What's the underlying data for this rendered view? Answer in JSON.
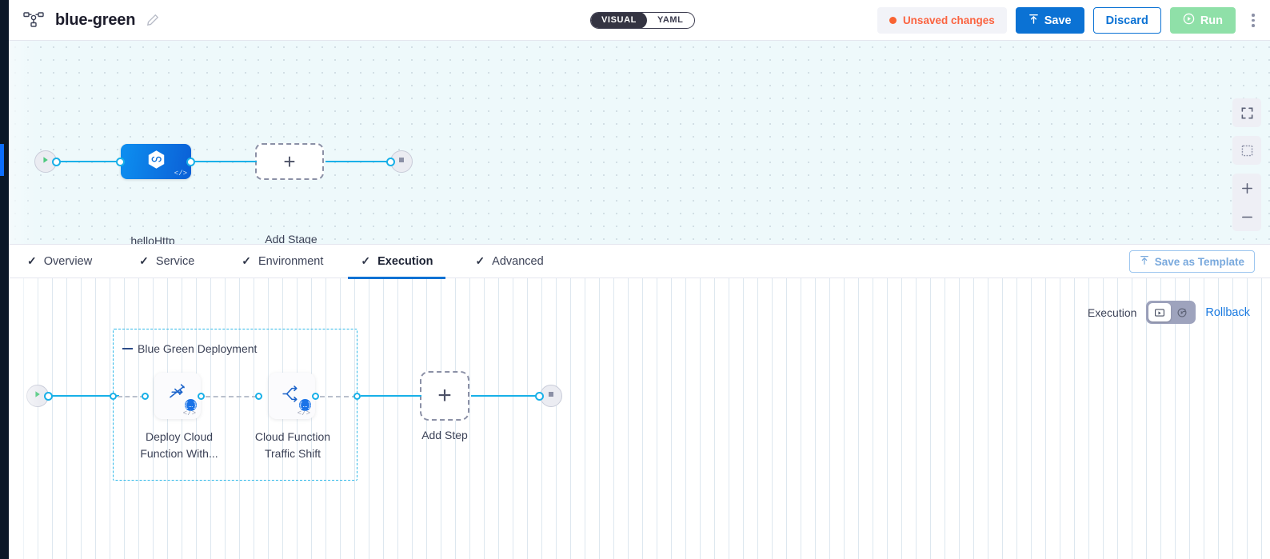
{
  "app": {
    "title": "blue-green",
    "brand_icon": "pipeline-icon",
    "edit_icon": "pencil-icon"
  },
  "view_toggle": {
    "visual": "VISUAL",
    "yaml": "YAML",
    "selected": "VISUAL"
  },
  "toolbar": {
    "unsaved_label": "Unsaved changes",
    "unsaved_color": "#fb6340",
    "save_label": "Save",
    "save_icon": "upload-icon",
    "save_color": "#0b72d4",
    "discard_label": "Discard",
    "run_label": "Run",
    "run_icon": "play-circle-icon",
    "run_color": "#8fe0a8",
    "menu_icon": "kebab-menu-icon"
  },
  "canvas_controls": {
    "fullscreen_icon": "fullscreen-icon",
    "fit_icon": "fit-to-screen-icon",
    "zoom_in_icon": "plus-icon",
    "zoom_out_icon": "minus-icon"
  },
  "stage_graph": {
    "start_icon": "play-icon",
    "end_icon": "stop-icon",
    "nodes": [
      {
        "label": "helloHttp",
        "icon": "cloud-function-icon",
        "code_mark": "</>"
      }
    ],
    "add_stage": {
      "label": "Add Stage",
      "icon": "plus-icon"
    }
  },
  "tabs": [
    {
      "label": "Overview",
      "check": "✓",
      "active": false
    },
    {
      "label": "Service",
      "check": "✓",
      "active": false
    },
    {
      "label": "Environment",
      "check": "✓",
      "active": false
    },
    {
      "label": "Execution",
      "check": "✓",
      "active": true
    },
    {
      "label": "Advanced",
      "check": "✓",
      "active": false
    }
  ],
  "save_template": {
    "label": "Save as Template",
    "icon": "upload-icon"
  },
  "execution_controls": {
    "label": "Execution",
    "option_1_icon": "normal-execution-icon",
    "option_2_icon": "rollback-execution-icon",
    "selected": "normal-execution-icon",
    "rollback_label": "Rollback",
    "rollback_color": "#1a7ae0"
  },
  "execution_graph": {
    "start_icon": "play-icon",
    "end_icon": "stop-icon",
    "group": {
      "title": "Blue Green Deployment",
      "steps": [
        {
          "label": "Deploy Cloud\nFunction With...",
          "icon": "deploy-function-icon",
          "badge": "{…}",
          "code_mark": "</>"
        },
        {
          "label": "Cloud Function\nTraffic Shift",
          "icon": "traffic-shift-icon",
          "badge": "{…}",
          "code_mark": "</>"
        }
      ]
    },
    "add_step": {
      "label": "Add Step",
      "icon": "plus-icon"
    }
  }
}
